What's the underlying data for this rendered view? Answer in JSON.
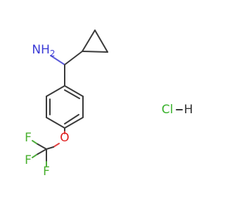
{
  "molecule": {
    "labels": {
      "amine": "NH",
      "amine_subscript": "2",
      "oxygen": "O",
      "fluorine_1": "F",
      "fluorine_2": "F",
      "fluorine_3": "F",
      "chlorine": "Cl",
      "hydrogen": "H"
    },
    "colors": {
      "bond": "#3a3a3a",
      "nitrogen": "#3b3bd6",
      "oxygen": "#e02020",
      "fluorine": "#49b02f",
      "chlorine": "#38b12b",
      "hydrogen": "#333333"
    }
  }
}
